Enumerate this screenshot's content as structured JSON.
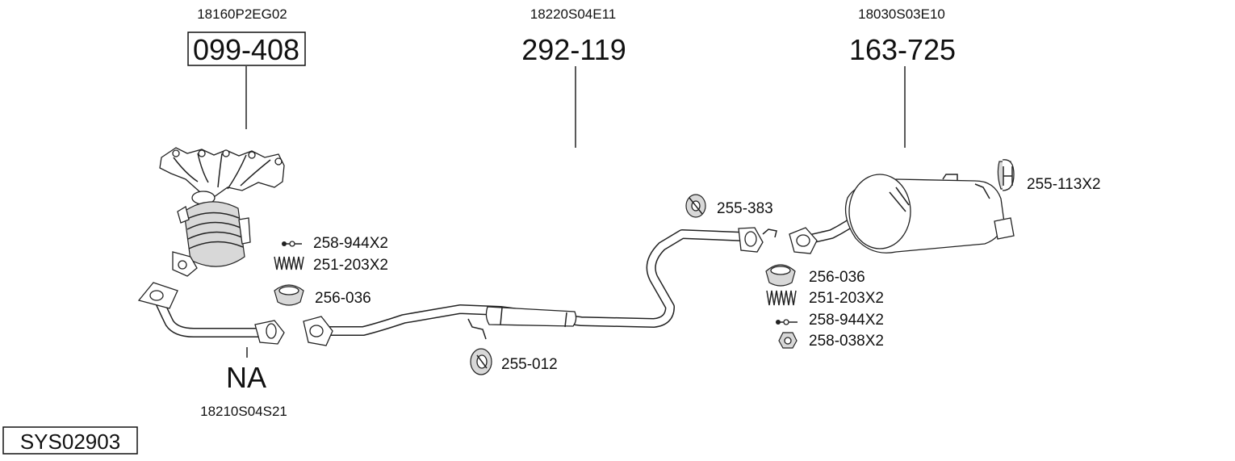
{
  "system_code": "SYS02903",
  "assemblies": {
    "manifold": {
      "oem": "18160P2EG02",
      "number": "099-408"
    },
    "front_pipe": {
      "oem": "18210S04S21",
      "number": "NA"
    },
    "middle_pipe": {
      "oem": "18220S04E11",
      "number": "292-119"
    },
    "rear_silencer": {
      "oem": "18030S03E10",
      "number": "163-725"
    }
  },
  "parts": {
    "bolt_front": "258-944X2",
    "spring_front": "251-203X2",
    "gasket_front": "256-036",
    "rubber_mount_mid": "255-012",
    "rubber_ring_mid": "255-383",
    "gasket_rear": "256-036",
    "spring_rear": "251-203X2",
    "bolt_rear": "258-944X2",
    "nut_rear": "258-038X2",
    "hanger_rear": "255-113X2"
  }
}
